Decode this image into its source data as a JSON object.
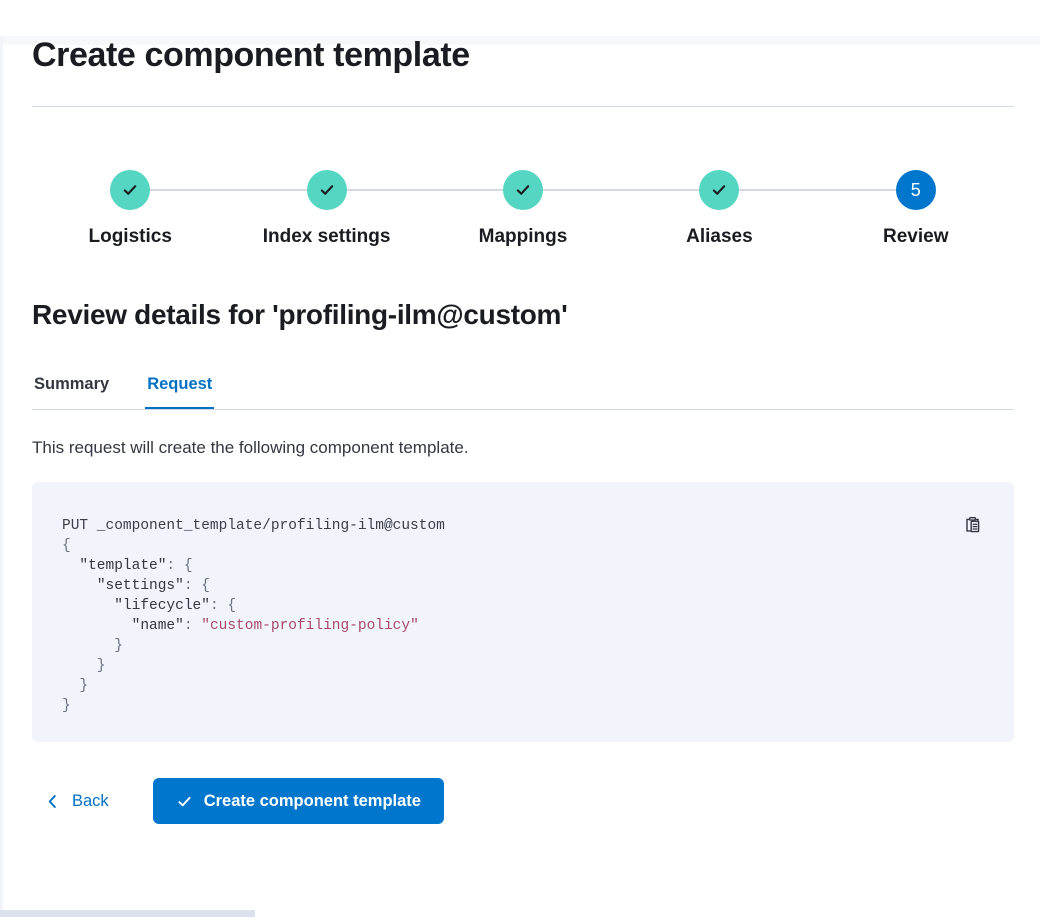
{
  "page": {
    "title": "Create component template"
  },
  "stepper": {
    "steps": [
      {
        "label": "Logistics",
        "status": "complete",
        "icon": "check-icon"
      },
      {
        "label": "Index settings",
        "status": "complete",
        "icon": "check-icon"
      },
      {
        "label": "Mappings",
        "status": "complete",
        "icon": "check-icon"
      },
      {
        "label": "Aliases",
        "status": "complete",
        "icon": "check-icon"
      },
      {
        "label": "Review",
        "status": "current",
        "number": "5"
      }
    ]
  },
  "review": {
    "heading": "Review details for 'profiling-ilm@custom'",
    "tabs": [
      {
        "label": "Summary",
        "active": false
      },
      {
        "label": "Request",
        "active": true
      }
    ],
    "description": "This request will create the following component template."
  },
  "code": {
    "copy_icon": "copy-clipboard-icon",
    "lines": [
      [
        {
          "t": "PUT _component_template/profiling-ilm@custom",
          "c": "plain"
        }
      ],
      [
        {
          "t": "{",
          "c": "punct"
        }
      ],
      [
        {
          "t": "  ",
          "c": "punct"
        },
        {
          "t": "\"template\"",
          "c": "key"
        },
        {
          "t": ": {",
          "c": "punct"
        }
      ],
      [
        {
          "t": "    ",
          "c": "punct"
        },
        {
          "t": "\"settings\"",
          "c": "key"
        },
        {
          "t": ": {",
          "c": "punct"
        }
      ],
      [
        {
          "t": "      ",
          "c": "punct"
        },
        {
          "t": "\"lifecycle\"",
          "c": "key"
        },
        {
          "t": ": {",
          "c": "punct"
        }
      ],
      [
        {
          "t": "        ",
          "c": "punct"
        },
        {
          "t": "\"name\"",
          "c": "key"
        },
        {
          "t": ": ",
          "c": "punct"
        },
        {
          "t": "\"custom-profiling-policy\"",
          "c": "string"
        }
      ],
      [
        {
          "t": "      }",
          "c": "punct"
        }
      ],
      [
        {
          "t": "    }",
          "c": "punct"
        }
      ],
      [
        {
          "t": "  }",
          "c": "punct"
        }
      ],
      [
        {
          "t": "}",
          "c": "punct"
        }
      ]
    ]
  },
  "footer": {
    "back_label": "Back",
    "submit_label": "Create component template"
  },
  "colors": {
    "primary": "#0077cc",
    "link": "#0071c2",
    "step_complete": "#55d6c2",
    "divider": "#d3dae6",
    "code_background": "#f1f4fa",
    "code_string": "#a84a68"
  }
}
